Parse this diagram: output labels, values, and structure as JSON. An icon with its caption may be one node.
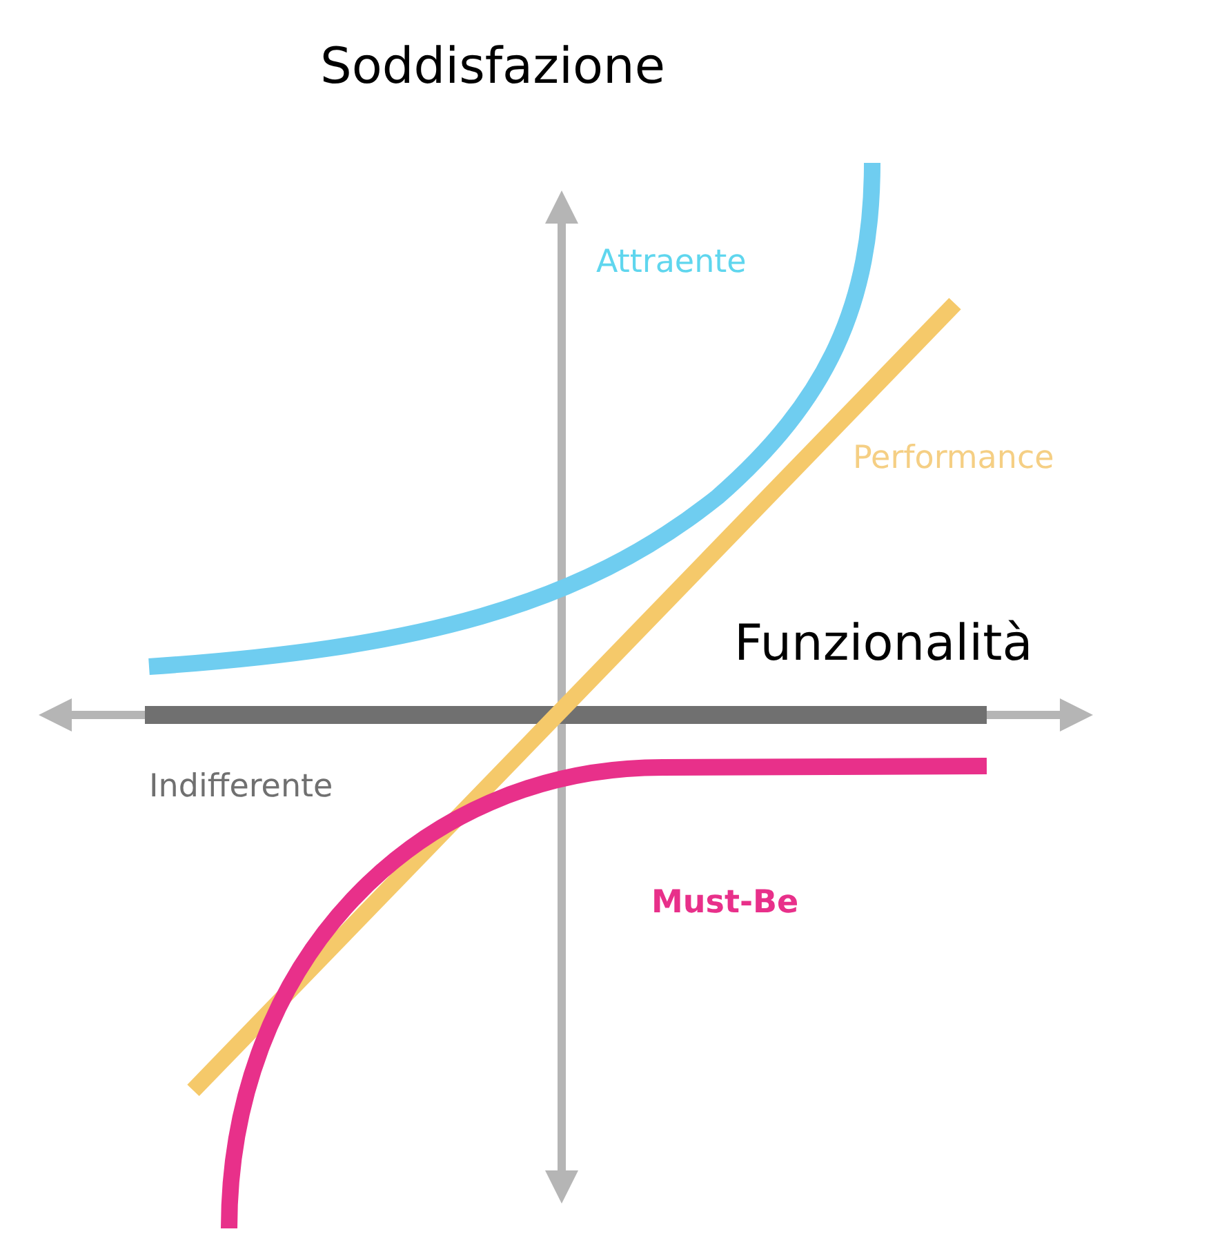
{
  "diagram": {
    "labels": [
      "Soddisfazione",
      "Attraente",
      "Performance",
      "Funzionalità",
      "Indifferente",
      "Must-Be"
    ]
  }
}
